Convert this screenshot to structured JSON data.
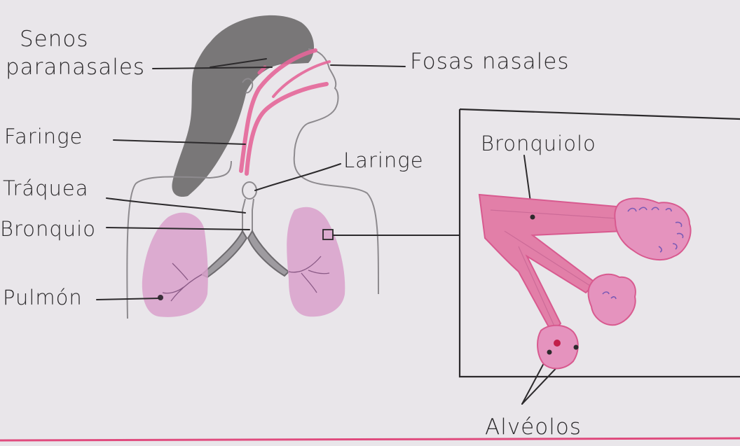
{
  "labels": {
    "senos_line1": "Senos",
    "senos_line2": "paranasales",
    "fosas": "Fosas nasales",
    "faringe": "Faringe",
    "laringe": "Laringe",
    "traquea": "Tráquea",
    "bronquio": "Bronquio",
    "pulmon": "Pulmón",
    "bronquiolo": "Bronquiolo",
    "alveolos": "Alvéolos"
  },
  "colors": {
    "paper": "#e9e6ea",
    "ink": "#2c2a2c",
    "pink": "#e5679a",
    "lung_pink": "#d9a0cb",
    "hair_gray": "#6d6a6b",
    "margin_line": "#e04b7e",
    "alveoli_purple": "#7a5ab5"
  }
}
